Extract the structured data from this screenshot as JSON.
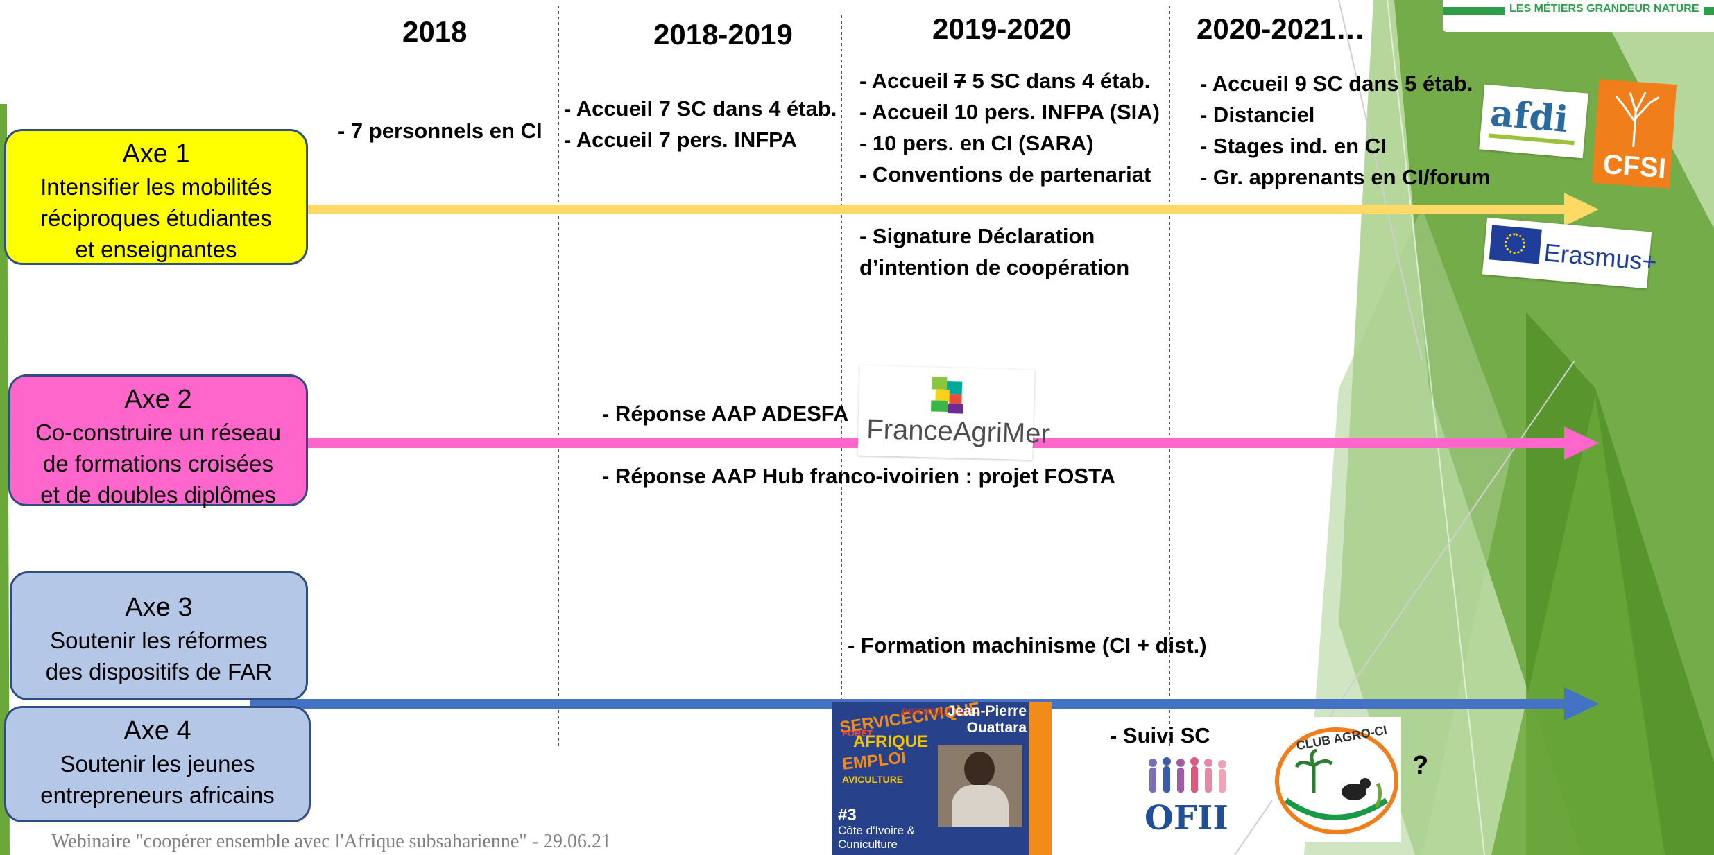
{
  "years": [
    "2018",
    "2018-2019",
    "2019-2020",
    "2020-2021…"
  ],
  "axes": [
    {
      "title": "Axe 1",
      "desc": "Intensifier les mobilités\nréciproques étudiantes\net enseignantes",
      "color": "#ffff00"
    },
    {
      "title": "Axe 2",
      "desc": "Co-construire un réseau\nde formations croisées\net de doubles diplômes",
      "color": "#ff66cc"
    },
    {
      "title": "Axe 3",
      "desc": "Soutenir les réformes\ndes dispositifs de FAR",
      "color": "#b4c7e7"
    },
    {
      "title": "Axe 4",
      "desc": "Soutenir les jeunes\nentrepreneurs africains",
      "color": "#b4c7e7"
    }
  ],
  "arrow_colors": {
    "axe1": "#ffd966",
    "axe2": "#ff66cc",
    "axe34": "#4472c4"
  },
  "notes": {
    "n2018": "- 7 personnels en CI",
    "n1819": [
      "- Accueil 7 SC dans 4 étab.",
      "- Accueil 7 pers. INFPA"
    ],
    "n1920_struck": "7",
    "n1920_first_pre": "- Accueil ",
    "n1920_first_post": " 5 SC dans 4 étab.",
    "n1920": [
      "- Accueil 10 pers. INFPA (SIA)",
      "- 10 pers. en CI (SARA)",
      "- Conventions de partenariat"
    ],
    "n1920b": [
      "- Signature Déclaration",
      "d’intention de coopération"
    ],
    "n2021": [
      "- Accueil 9 SC dans 5 étab.",
      "- Distanciel",
      "- Stages ind. en CI",
      "- Gr. apprenants en CI/forum"
    ],
    "adesfa": "- Réponse AAP ADESFA",
    "fosta": "- Réponse AAP Hub franco-ivoirien : projet FOSTA",
    "machinisme": "- Formation machinisme (CI + dist.)",
    "suivi": "- Suivi SC",
    "question": "?"
  },
  "logos": {
    "banner": "LES MÉTIERS GRANDEUR NATURE",
    "afdi": "afdi",
    "cfsi": "CFSI",
    "erasmus": "Erasmus+",
    "franceagrimer": "FranceAgriMer",
    "ofii": "OFII",
    "club": "CLUB AGRO-CI",
    "poster_name": [
      "Jean-Pierre",
      "Ouattara"
    ],
    "poster_words": [
      "SERVICECIVIQUE",
      "AFRIQUE",
      "EMPLOI",
      "PISCICULTURE",
      "FORÊT",
      "AVICULTURE"
    ],
    "poster_num": "#3",
    "poster_caption": [
      "Côte d'Ivoire &",
      "Cuniculture"
    ]
  },
  "footer": "Webinaire \"coopérer ensemble avec l'Afrique subsaharienne\" - 29.06.21"
}
